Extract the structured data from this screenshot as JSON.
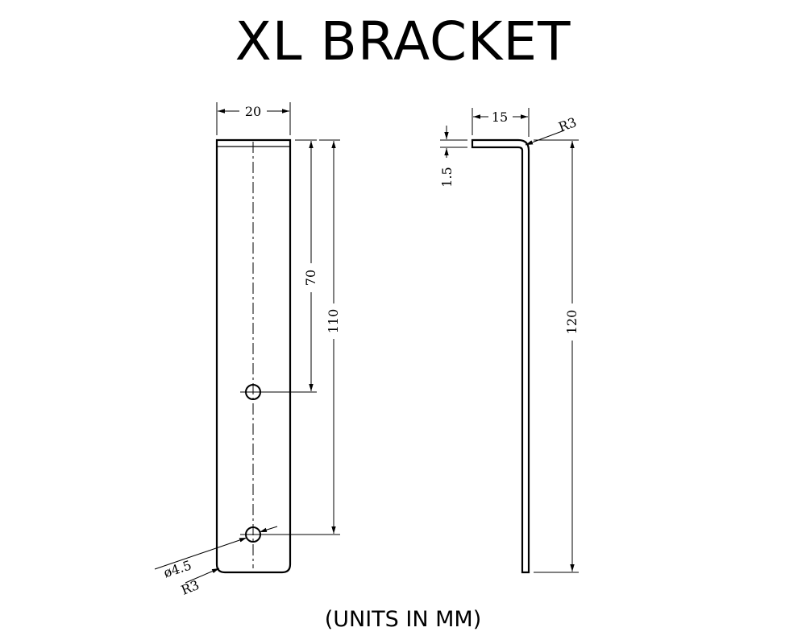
{
  "title": "XL BRACKET",
  "units_note": "(UNITS IN MM)",
  "front_view": {
    "width_dim": "20",
    "hole_offset_dim": "70",
    "hole_spacing_dim": "110",
    "hole_diameter_dim": "ø4.5",
    "corner_radius_dim": "R3"
  },
  "side_view": {
    "flange_dim": "15",
    "bend_radius_dim": "R3",
    "thickness_dim": "1.5",
    "height_dim": "120"
  },
  "colors": {
    "line": "#000000",
    "background": "#ffffff"
  }
}
